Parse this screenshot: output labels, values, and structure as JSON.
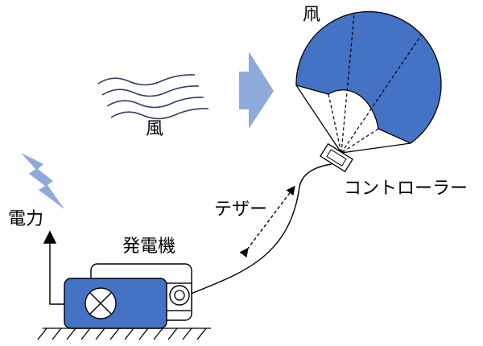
{
  "labels": {
    "sail": "凧",
    "wind": "風",
    "controller": "コントローラー",
    "tether": "テザー",
    "power": "電力",
    "generator": "発電機"
  },
  "colors": {
    "blue": "#4472c4",
    "light_blue": "#8eaadb",
    "stroke": "#000000",
    "wind_line": "#2f3f66"
  },
  "icons": {
    "wind": "wind-lines-icon",
    "arrow": "wind-direction-arrow-icon",
    "bolt": "lightning-bolt-icon",
    "generator": "generator-icon"
  }
}
